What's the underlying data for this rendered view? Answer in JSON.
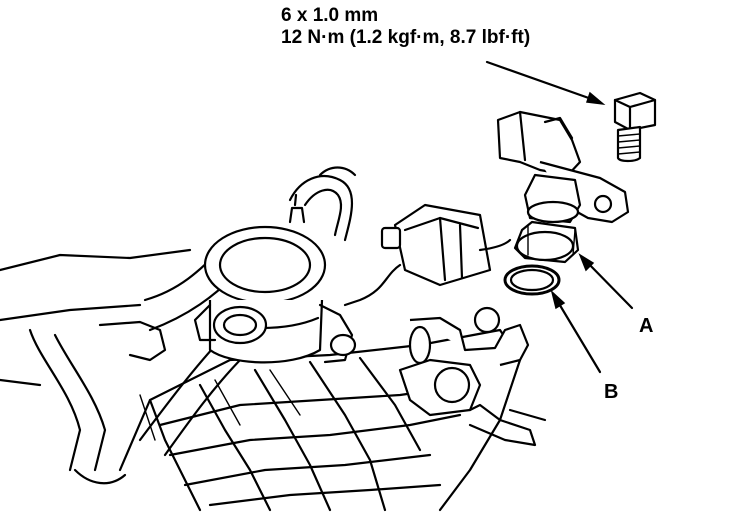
{
  "spec": {
    "bolt_size": "6 x 1.0 mm",
    "torque": "12 N·m (1.2 kgf·m, 8.7 lbf·ft)"
  },
  "callouts": {
    "a": "A",
    "b": "B"
  },
  "colors": {
    "line": "#000000",
    "background": "#ffffff"
  }
}
